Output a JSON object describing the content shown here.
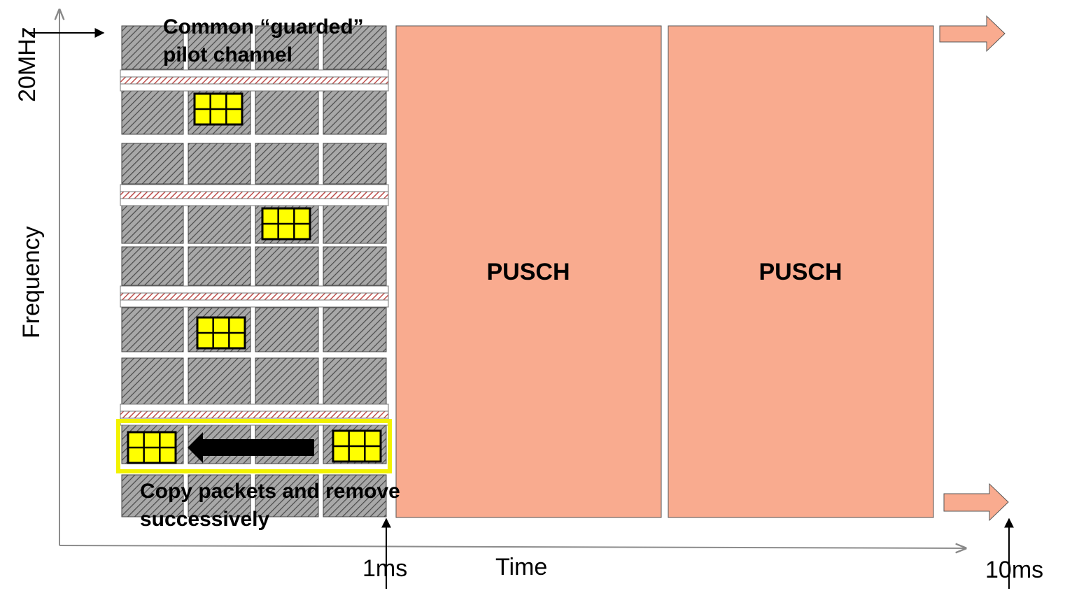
{
  "axes": {
    "y_label": "Frequency",
    "x_label": "Time",
    "y_top_label": "20MHz",
    "x_mark_1": "1ms",
    "x_mark_2": "10ms"
  },
  "annotations": {
    "pilot_channel_line1": "Common “guarded”",
    "pilot_channel_line2": "pilot channel",
    "copy_line1": "Copy packets  and remove",
    "copy_line2": "successively"
  },
  "pusch_blocks": [
    "PUSCH",
    "PUSCH"
  ],
  "colors": {
    "pusch": "#f9ab8f",
    "packet": "#ffff00",
    "highlight": "#f2f200",
    "guard": "#c0504d",
    "resource_block": "#9a9a9a"
  }
}
